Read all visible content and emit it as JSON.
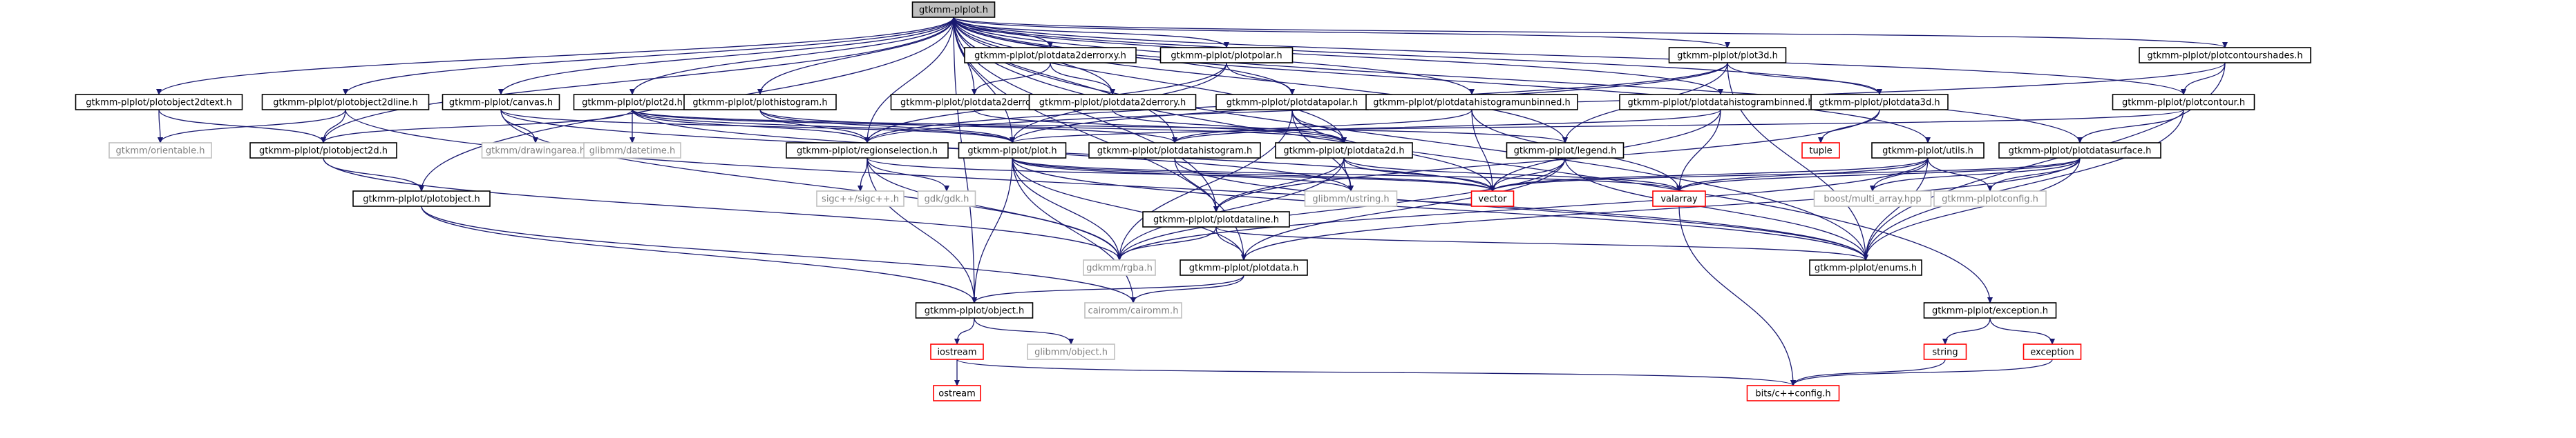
{
  "colors": {
    "edge": "#191970",
    "node_border": "#000000",
    "root_fill": "#bfbfbf",
    "node_fill": "#ffffff",
    "external_border": "#bfbfbf",
    "external_text": "#7f7f7f",
    "truncated_border": "#ff0000",
    "text": "#000000"
  },
  "nodes": [
    {
      "id": "root",
      "label": "gtkmm-plplot.h",
      "kind": "root"
    },
    {
      "id": "o2dtext",
      "label": "gtkmm-plplot/plotobject2dtext.h",
      "kind": "local"
    },
    {
      "id": "o2dline",
      "label": "gtkmm-plplot/plotobject2dline.h",
      "kind": "local"
    },
    {
      "id": "canvas",
      "label": "gtkmm-plplot/canvas.h",
      "kind": "local"
    },
    {
      "id": "plot2d",
      "label": "gtkmm-plplot/plot2d.h",
      "kind": "local"
    },
    {
      "id": "phist",
      "label": "gtkmm-plplot/plothistogram.h",
      "kind": "local"
    },
    {
      "id": "pd2derrorxy",
      "label": "gtkmm-plplot/plotdata2derrorxy.h",
      "kind": "local"
    },
    {
      "id": "ppolar",
      "label": "gtkmm-plplot/plotpolar.h",
      "kind": "local"
    },
    {
      "id": "pd2derrorx",
      "label": "gtkmm-plplot/plotdata2derrorx.h",
      "kind": "local"
    },
    {
      "id": "pd2derrory",
      "label": "gtkmm-plplot/plotdata2derrory.h",
      "kind": "local"
    },
    {
      "id": "pdpolar",
      "label": "gtkmm-plplot/plotdatapolar.h",
      "kind": "local"
    },
    {
      "id": "pdhistub",
      "label": "gtkmm-plplot/plotdatahistogramunbinned.h",
      "kind": "local"
    },
    {
      "id": "plot3d",
      "label": "gtkmm-plplot/plot3d.h",
      "kind": "local"
    },
    {
      "id": "pdhistb",
      "label": "gtkmm-plplot/plotdatahistogrambinned.h",
      "kind": "local"
    },
    {
      "id": "pd3d",
      "label": "gtkmm-plplot/plotdata3d.h",
      "kind": "local"
    },
    {
      "id": "pcshades",
      "label": "gtkmm-plplot/plotcontourshades.h",
      "kind": "local"
    },
    {
      "id": "pcontour",
      "label": "gtkmm-plplot/plotcontour.h",
      "kind": "local"
    },
    {
      "id": "orientable",
      "label": "gtkmm/orientable.h",
      "kind": "external"
    },
    {
      "id": "o2d",
      "label": "gtkmm-plplot/plotobject2d.h",
      "kind": "local"
    },
    {
      "id": "drawingarea",
      "label": "gtkmm/drawingarea.h",
      "kind": "external"
    },
    {
      "id": "datetime",
      "label": "glibmm/datetime.h",
      "kind": "external"
    },
    {
      "id": "regsel",
      "label": "gtkmm-plplot/regionselection.h",
      "kind": "local"
    },
    {
      "id": "plot",
      "label": "gtkmm-plplot/plot.h",
      "kind": "local"
    },
    {
      "id": "pdhist",
      "label": "gtkmm-plplot/plotdatahistogram.h",
      "kind": "local"
    },
    {
      "id": "pd2d",
      "label": "gtkmm-plplot/plotdata2d.h",
      "kind": "local"
    },
    {
      "id": "legend",
      "label": "gtkmm-plplot/legend.h",
      "kind": "local"
    },
    {
      "id": "tuple",
      "label": "tuple",
      "kind": "truncated"
    },
    {
      "id": "utils",
      "label": "gtkmm-plplot/utils.h",
      "kind": "local"
    },
    {
      "id": "pdsurface",
      "label": "gtkmm-plplot/plotdatasurface.h",
      "kind": "local"
    },
    {
      "id": "pobject",
      "label": "gtkmm-plplot/plotobject.h",
      "kind": "local"
    },
    {
      "id": "sigcpp",
      "label": "sigc++/sigc++.h",
      "kind": "external"
    },
    {
      "id": "gdkh",
      "label": "gdk/gdk.h",
      "kind": "external"
    },
    {
      "id": "ustring",
      "label": "glibmm/ustring.h",
      "kind": "external"
    },
    {
      "id": "vector",
      "label": "vector",
      "kind": "truncated"
    },
    {
      "id": "valarray",
      "label": "valarray",
      "kind": "truncated"
    },
    {
      "id": "boostma",
      "label": "boost/multi_array.hpp",
      "kind": "external"
    },
    {
      "id": "pconfig",
      "label": "gtkmm-plplotconfig.h",
      "kind": "external"
    },
    {
      "id": "pdline",
      "label": "gtkmm-plplot/plotdataline.h",
      "kind": "local"
    },
    {
      "id": "rgba",
      "label": "gdkmm/rgba.h",
      "kind": "external"
    },
    {
      "id": "pdata",
      "label": "gtkmm-plplot/plotdata.h",
      "kind": "local"
    },
    {
      "id": "enums",
      "label": "gtkmm-plplot/enums.h",
      "kind": "local"
    },
    {
      "id": "object",
      "label": "gtkmm-plplot/object.h",
      "kind": "local"
    },
    {
      "id": "cairomm",
      "label": "cairomm/cairomm.h",
      "kind": "external"
    },
    {
      "id": "exception",
      "label": "gtkmm-plplot/exception.h",
      "kind": "local"
    },
    {
      "id": "iostream",
      "label": "iostream",
      "kind": "truncated"
    },
    {
      "id": "glibobject",
      "label": "glibmm/object.h",
      "kind": "external"
    },
    {
      "id": "string",
      "label": "string",
      "kind": "truncated"
    },
    {
      "id": "exceptionstd",
      "label": "exception",
      "kind": "truncated"
    },
    {
      "id": "ostream",
      "label": "ostream",
      "kind": "truncated"
    },
    {
      "id": "cxxconfig",
      "label": "bits/c++config.h",
      "kind": "truncated"
    }
  ],
  "edges": [
    [
      "root",
      "o2dtext"
    ],
    [
      "root",
      "o2dline"
    ],
    [
      "root",
      "canvas"
    ],
    [
      "root",
      "plot2d"
    ],
    [
      "root",
      "phist"
    ],
    [
      "root",
      "pd2derrorxy"
    ],
    [
      "root",
      "ppolar"
    ],
    [
      "root",
      "pd2derrorx"
    ],
    [
      "root",
      "pd2derrory"
    ],
    [
      "root",
      "pdpolar"
    ],
    [
      "root",
      "pdhistub"
    ],
    [
      "root",
      "plot3d"
    ],
    [
      "root",
      "pdhistb"
    ],
    [
      "root",
      "pd3d"
    ],
    [
      "root",
      "pcshades"
    ],
    [
      "root",
      "pcontour"
    ],
    [
      "root",
      "o2d"
    ],
    [
      "root",
      "regsel"
    ],
    [
      "root",
      "plot"
    ],
    [
      "root",
      "pdhist"
    ],
    [
      "root",
      "pd2d"
    ],
    [
      "root",
      "legend"
    ],
    [
      "root",
      "utils"
    ],
    [
      "root",
      "pdsurface"
    ],
    [
      "root",
      "pobject"
    ],
    [
      "root",
      "exception"
    ],
    [
      "root",
      "object"
    ],
    [
      "root",
      "enums"
    ],
    [
      "root",
      "pdline"
    ],
    [
      "root",
      "pdata"
    ],
    [
      "o2dtext",
      "orientable"
    ],
    [
      "o2dtext",
      "o2d"
    ],
    [
      "o2dline",
      "orientable"
    ],
    [
      "o2dline",
      "o2d"
    ],
    [
      "o2dline",
      "enums"
    ],
    [
      "canvas",
      "drawingarea"
    ],
    [
      "canvas",
      "plot"
    ],
    [
      "canvas",
      "rgba"
    ],
    [
      "canvas",
      "vector"
    ],
    [
      "plot2d",
      "datetime"
    ],
    [
      "plot2d",
      "regsel"
    ],
    [
      "plot2d",
      "plot"
    ],
    [
      "plot2d",
      "o2d"
    ],
    [
      "plot2d",
      "pd2d"
    ],
    [
      "plot2d",
      "legend"
    ],
    [
      "plot2d",
      "ustring"
    ],
    [
      "phist",
      "regsel"
    ],
    [
      "phist",
      "plot"
    ],
    [
      "phist",
      "pdhist"
    ],
    [
      "pd2derrorxy",
      "pd2derrorx"
    ],
    [
      "pd2derrorxy",
      "pd2derrory"
    ],
    [
      "pd2derrorx",
      "pd2d"
    ],
    [
      "pd2derrory",
      "pd2d"
    ],
    [
      "ppolar",
      "regsel"
    ],
    [
      "ppolar",
      "plot"
    ],
    [
      "ppolar",
      "pdpolar"
    ],
    [
      "pdpolar",
      "pd2d"
    ],
    [
      "pdpolar",
      "vector"
    ],
    [
      "pdpolar",
      "ustring"
    ],
    [
      "pdpolar",
      "rgba"
    ],
    [
      "pdhistub",
      "pdhist"
    ],
    [
      "pdhistub",
      "vector"
    ],
    [
      "pdhistub",
      "valarray"
    ],
    [
      "plot3d",
      "regsel"
    ],
    [
      "plot3d",
      "plot"
    ],
    [
      "plot3d",
      "pd3d"
    ],
    [
      "plot3d",
      "legend"
    ],
    [
      "plot3d",
      "enums"
    ],
    [
      "pdhistb",
      "pdhist"
    ],
    [
      "pdhistb",
      "valarray"
    ],
    [
      "pdhistb",
      "vector"
    ],
    [
      "pd3d",
      "pdline"
    ],
    [
      "pd3d",
      "tuple"
    ],
    [
      "pcshades",
      "pcontour"
    ],
    [
      "pcshades",
      "enums"
    ],
    [
      "pcshades",
      "regsel"
    ],
    [
      "pcontour",
      "pdsurface"
    ],
    [
      "pcontour",
      "plot"
    ],
    [
      "pcontour",
      "enums"
    ],
    [
      "o2d",
      "pobject"
    ],
    [
      "o2d",
      "rgba"
    ],
    [
      "regsel",
      "object"
    ],
    [
      "regsel",
      "sigcpp"
    ],
    [
      "regsel",
      "gdkh"
    ],
    [
      "regsel",
      "rgba"
    ],
    [
      "regsel",
      "vector"
    ],
    [
      "plot",
      "ustring"
    ],
    [
      "plot",
      "vector"
    ],
    [
      "plot",
      "valarray"
    ],
    [
      "plot",
      "rgba"
    ],
    [
      "plot",
      "pdata"
    ],
    [
      "plot",
      "object"
    ],
    [
      "plot",
      "cairomm"
    ],
    [
      "plot",
      "enums"
    ],
    [
      "pdhist",
      "pdline"
    ],
    [
      "pdhist",
      "enums"
    ],
    [
      "pd2d",
      "pdline"
    ],
    [
      "pd2d",
      "vector"
    ],
    [
      "pd2d",
      "valarray"
    ],
    [
      "pd2d",
      "ustring"
    ],
    [
      "pd2d",
      "rgba"
    ],
    [
      "legend",
      "vector"
    ],
    [
      "legend",
      "rgba"
    ],
    [
      "legend",
      "pdata"
    ],
    [
      "legend",
      "enums"
    ],
    [
      "utils",
      "vector"
    ],
    [
      "utils",
      "valarray"
    ],
    [
      "utils",
      "boostma"
    ],
    [
      "utils",
      "pconfig"
    ],
    [
      "utils",
      "enums"
    ],
    [
      "utils",
      "rgba"
    ],
    [
      "pdsurface",
      "vector"
    ],
    [
      "pdsurface",
      "valarray"
    ],
    [
      "pdsurface",
      "boostma"
    ],
    [
      "pdsurface",
      "pconfig"
    ],
    [
      "pdsurface",
      "enums"
    ],
    [
      "pdsurface",
      "pdata"
    ],
    [
      "pobject",
      "object"
    ],
    [
      "pobject",
      "cairomm"
    ],
    [
      "pdline",
      "rgba"
    ],
    [
      "pdline",
      "pdata"
    ],
    [
      "pdline",
      "enums"
    ],
    [
      "valarray",
      "cxxconfig"
    ],
    [
      "pdata",
      "object"
    ],
    [
      "pdata",
      "cairomm"
    ],
    [
      "object",
      "iostream"
    ],
    [
      "object",
      "glibobject"
    ],
    [
      "iostream",
      "ostream"
    ],
    [
      "iostream",
      "cxxconfig"
    ],
    [
      "exception",
      "string"
    ],
    [
      "exception",
      "exceptionstd"
    ],
    [
      "string",
      "cxxconfig"
    ],
    [
      "exceptionstd",
      "cxxconfig"
    ]
  ]
}
